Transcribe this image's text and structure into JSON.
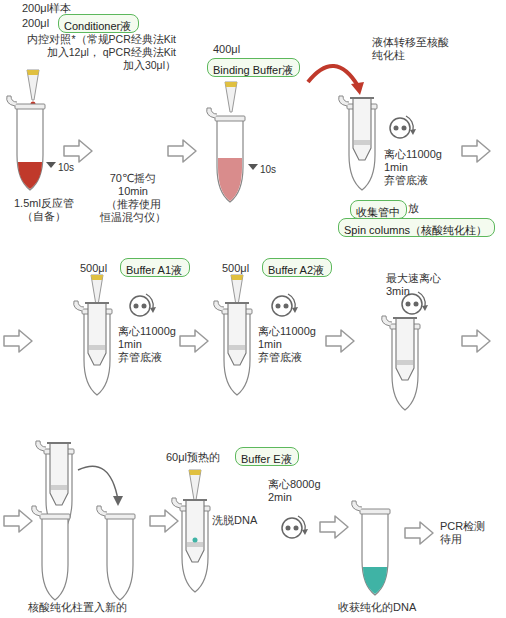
{
  "diagram": {
    "nodes": [
      {
        "text": [
          "Conditioner液"
        ]
      },
      {
        "text": [
          "Binding Buffer液"
        ]
      },
      {
        "text": [
          "收集管中"
        ]
      },
      {
        "text": [
          "Spin columns（核酸纯化柱）"
        ]
      },
      {
        "text": [
          "Buffer A1液"
        ]
      },
      {
        "text": [
          "Buffer A2液"
        ]
      },
      {
        "text": [
          "Buffer E液"
        ]
      }
    ],
    "labels": [
      "200μl样本",
      "200μl",
      "内控对照*（常规PCR经典法Kit 加入12μl， qPCR经典法Kit 加入30μl）",
      "10s",
      "1.5ml反应管 （自备）",
      "70℃摇匀 10min （推荐使用 恒温混匀仪）",
      "400μl",
      "10s",
      "液体转移至核酸 纯化柱",
      "离心11000g 1min 弃管底液",
      "放",
      "500μl",
      "离心11000g 1min 弃管底液",
      "500μl",
      "离心11000g 1min 弃管底液",
      "最大速离心 3min",
      "核酸纯化柱置入新的",
      "60μl预热的",
      "洗脱DNA",
      "离心8000g 2min",
      "收获纯化的DNA",
      "PCR检测 待用"
    ]
  }
}
